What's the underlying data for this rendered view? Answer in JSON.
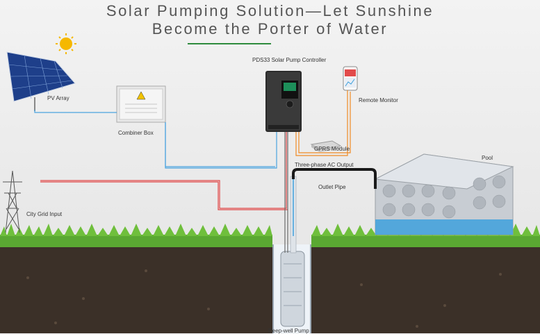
{
  "title": {
    "line1": "Solar Pumping Solution—Let Sunshine",
    "line2": "Become the Porter of Water"
  },
  "labels": {
    "pv_array": "PV Array",
    "combiner_box": "Combiner Box",
    "controller": "PDS33 Solar Pump Controller",
    "remote_monitor": "Remote Monitor",
    "gprs_module": "GPRS Module",
    "ac_output": "Three-phase AC Output",
    "outlet_pipe": "Outlet Pipe",
    "pool": "Pool",
    "grid_input": "City Grid Input",
    "deep_well_pump": "Deep-well Pump"
  },
  "colors": {
    "dc_line": "#4aa3df",
    "grid_line": "#e04848",
    "signal_line": "#f08a24",
    "title_rule": "#2e8b3d",
    "water": "#3ea0dc"
  }
}
